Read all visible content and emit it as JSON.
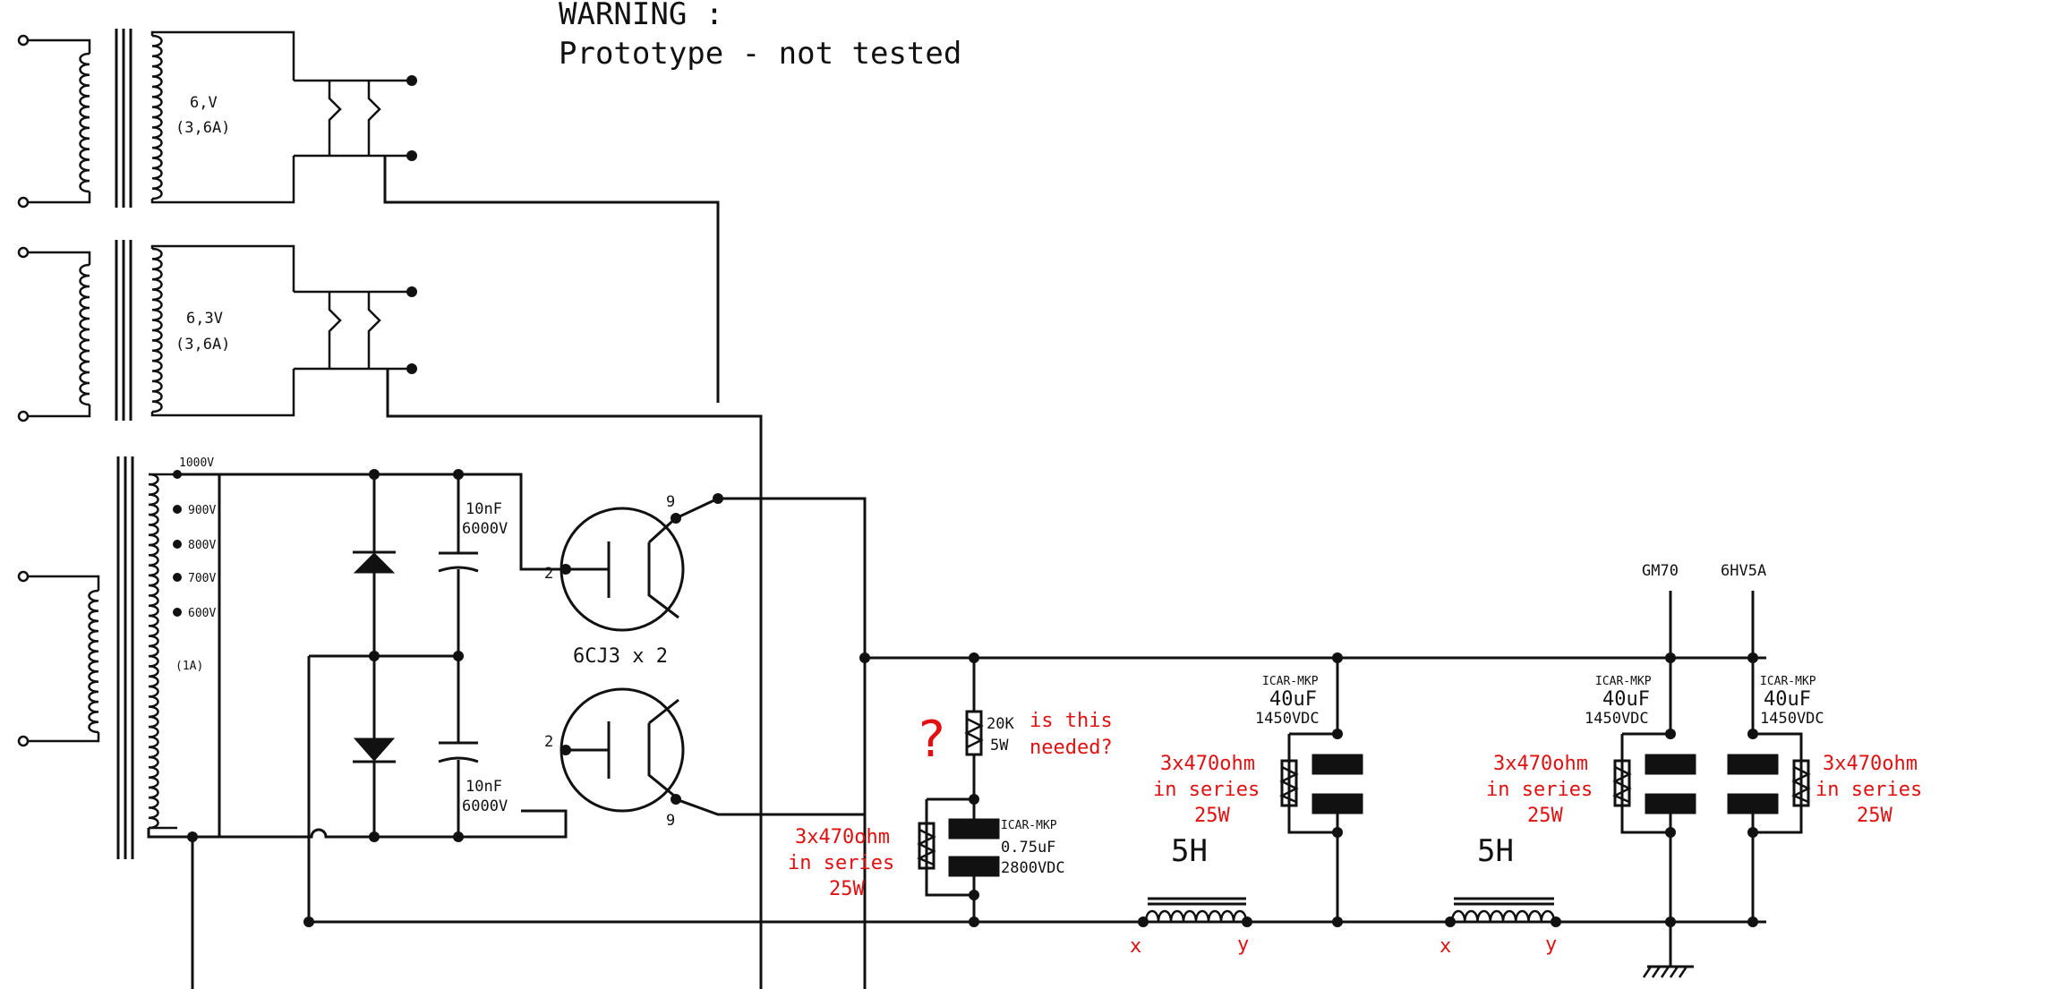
{
  "warning": {
    "line1": "WARNING :",
    "line2": "Prototype - not tested"
  },
  "transformers": {
    "heater1": {
      "voltage": "6,V",
      "current": "(3,6A)"
    },
    "heater2": {
      "voltage": "6,3V",
      "current": "(3,6A)"
    },
    "hv": {
      "taps": [
        "1000V",
        "900V",
        "800V",
        "700V",
        "600V"
      ],
      "current": "(1A)"
    }
  },
  "rectifier": {
    "cap_top": {
      "value": "10nF",
      "rating": "6000V"
    },
    "cap_bottom": {
      "value": "10nF",
      "rating": "6000V"
    },
    "tube_label": "6CJ3 x 2",
    "pins": {
      "top_grid": "2",
      "top_plate": "9",
      "bottom_grid": "2",
      "bottom_plate": "9"
    }
  },
  "first_stage": {
    "question_mark": "?",
    "resistor": {
      "value": "20K",
      "power": "5W"
    },
    "note": {
      "line1": "is this",
      "line2": "needed?"
    },
    "bleeder": {
      "line1": "3x470ohm",
      "line2": "in series",
      "line3": "25W"
    },
    "cap": {
      "brand": "ICAR-MKP",
      "value": "0.75uF",
      "rating": "2800VDC"
    }
  },
  "choke1": {
    "value": "5H",
    "x_label": "x",
    "y_label": "y"
  },
  "choke2": {
    "value": "5H",
    "x_label": "x",
    "y_label": "y"
  },
  "stage2": {
    "cap": {
      "brand": "ICAR-MKP",
      "value": "40uF",
      "rating": "1450VDC"
    },
    "bleeder": {
      "line1": "3x470ohm",
      "line2": "in series",
      "line3": "25W"
    }
  },
  "stage3a": {
    "cap": {
      "brand": "ICAR-MKP",
      "value": "40uF",
      "rating": "1450VDC"
    },
    "bleeder": {
      "line1": "3x470ohm",
      "line2": "in series",
      "line3": "25W"
    },
    "output": "GM70"
  },
  "stage3b": {
    "cap": {
      "brand": "ICAR-MKP",
      "value": "40uF",
      "rating": "1450VDC"
    },
    "bleeder": {
      "line1": "3x470ohm",
      "line2": "in series",
      "line3": "25W"
    },
    "output": "6HV5A"
  },
  "colors": {
    "ink": "#111111",
    "annotation": "#e01010"
  }
}
